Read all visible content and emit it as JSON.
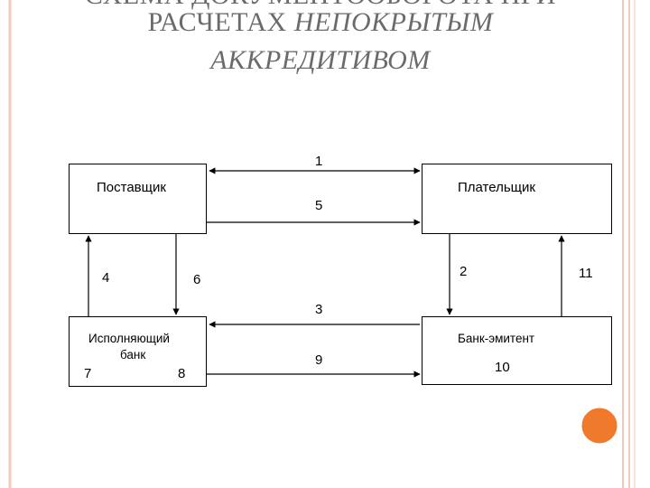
{
  "title": {
    "line0": "СХЕМА ДОКУМЕНТООБОРОТА ПРИ",
    "line1_plain": "РАСЧЕТАХ ",
    "line1_italic": "НЕПОКРЫТЫМ",
    "line2": "АККРЕДИТИВОМ"
  },
  "nodes": {
    "supplier": "Поставщик",
    "payer": "Плательщик",
    "exec_bank_line1": "Исполняющий",
    "exec_bank_line2": "банк",
    "issuing_bank": "Банк-эмитент"
  },
  "numbers": {
    "n1": "1",
    "n2": "2",
    "n3": "3",
    "n4": "4",
    "n5": "5",
    "n6": "6",
    "n7": "7",
    "n8": "8",
    "n9": "9",
    "n10": "10",
    "n11": "11"
  },
  "colors": {
    "frame_pink": "#f4c9b8",
    "accent_orange": "#f07a2c",
    "title_gray": "#6b6b6b"
  }
}
